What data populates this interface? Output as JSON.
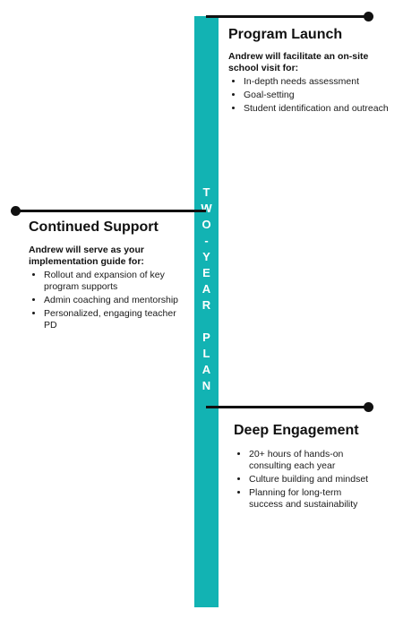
{
  "spine": {
    "label_letters": [
      "T",
      "W",
      "O",
      "-",
      "Y",
      "E",
      "A",
      "R",
      "P",
      "L",
      "A",
      "N"
    ],
    "color": "#12b3b3"
  },
  "sections": {
    "program_launch": {
      "title": "Program Launch",
      "lead": "Andrew will facilitate an on-site school visit for:",
      "items": [
        "In-depth needs assessment",
        "Goal-setting",
        "Student identification and outreach"
      ]
    },
    "continued_support": {
      "title": "Continued Support",
      "lead": "Andrew will serve as your implementation guide for:",
      "items": [
        "Rollout and expansion of key program supports",
        "Admin coaching and mentorship",
        "Personalized, engaging teacher PD"
      ]
    },
    "deep_engagement": {
      "title": "Deep Engagement",
      "items": [
        "20+ hours of hands-on consulting each year",
        "Culture building and mindset",
        "Planning for long-term success and sustainability"
      ]
    }
  }
}
